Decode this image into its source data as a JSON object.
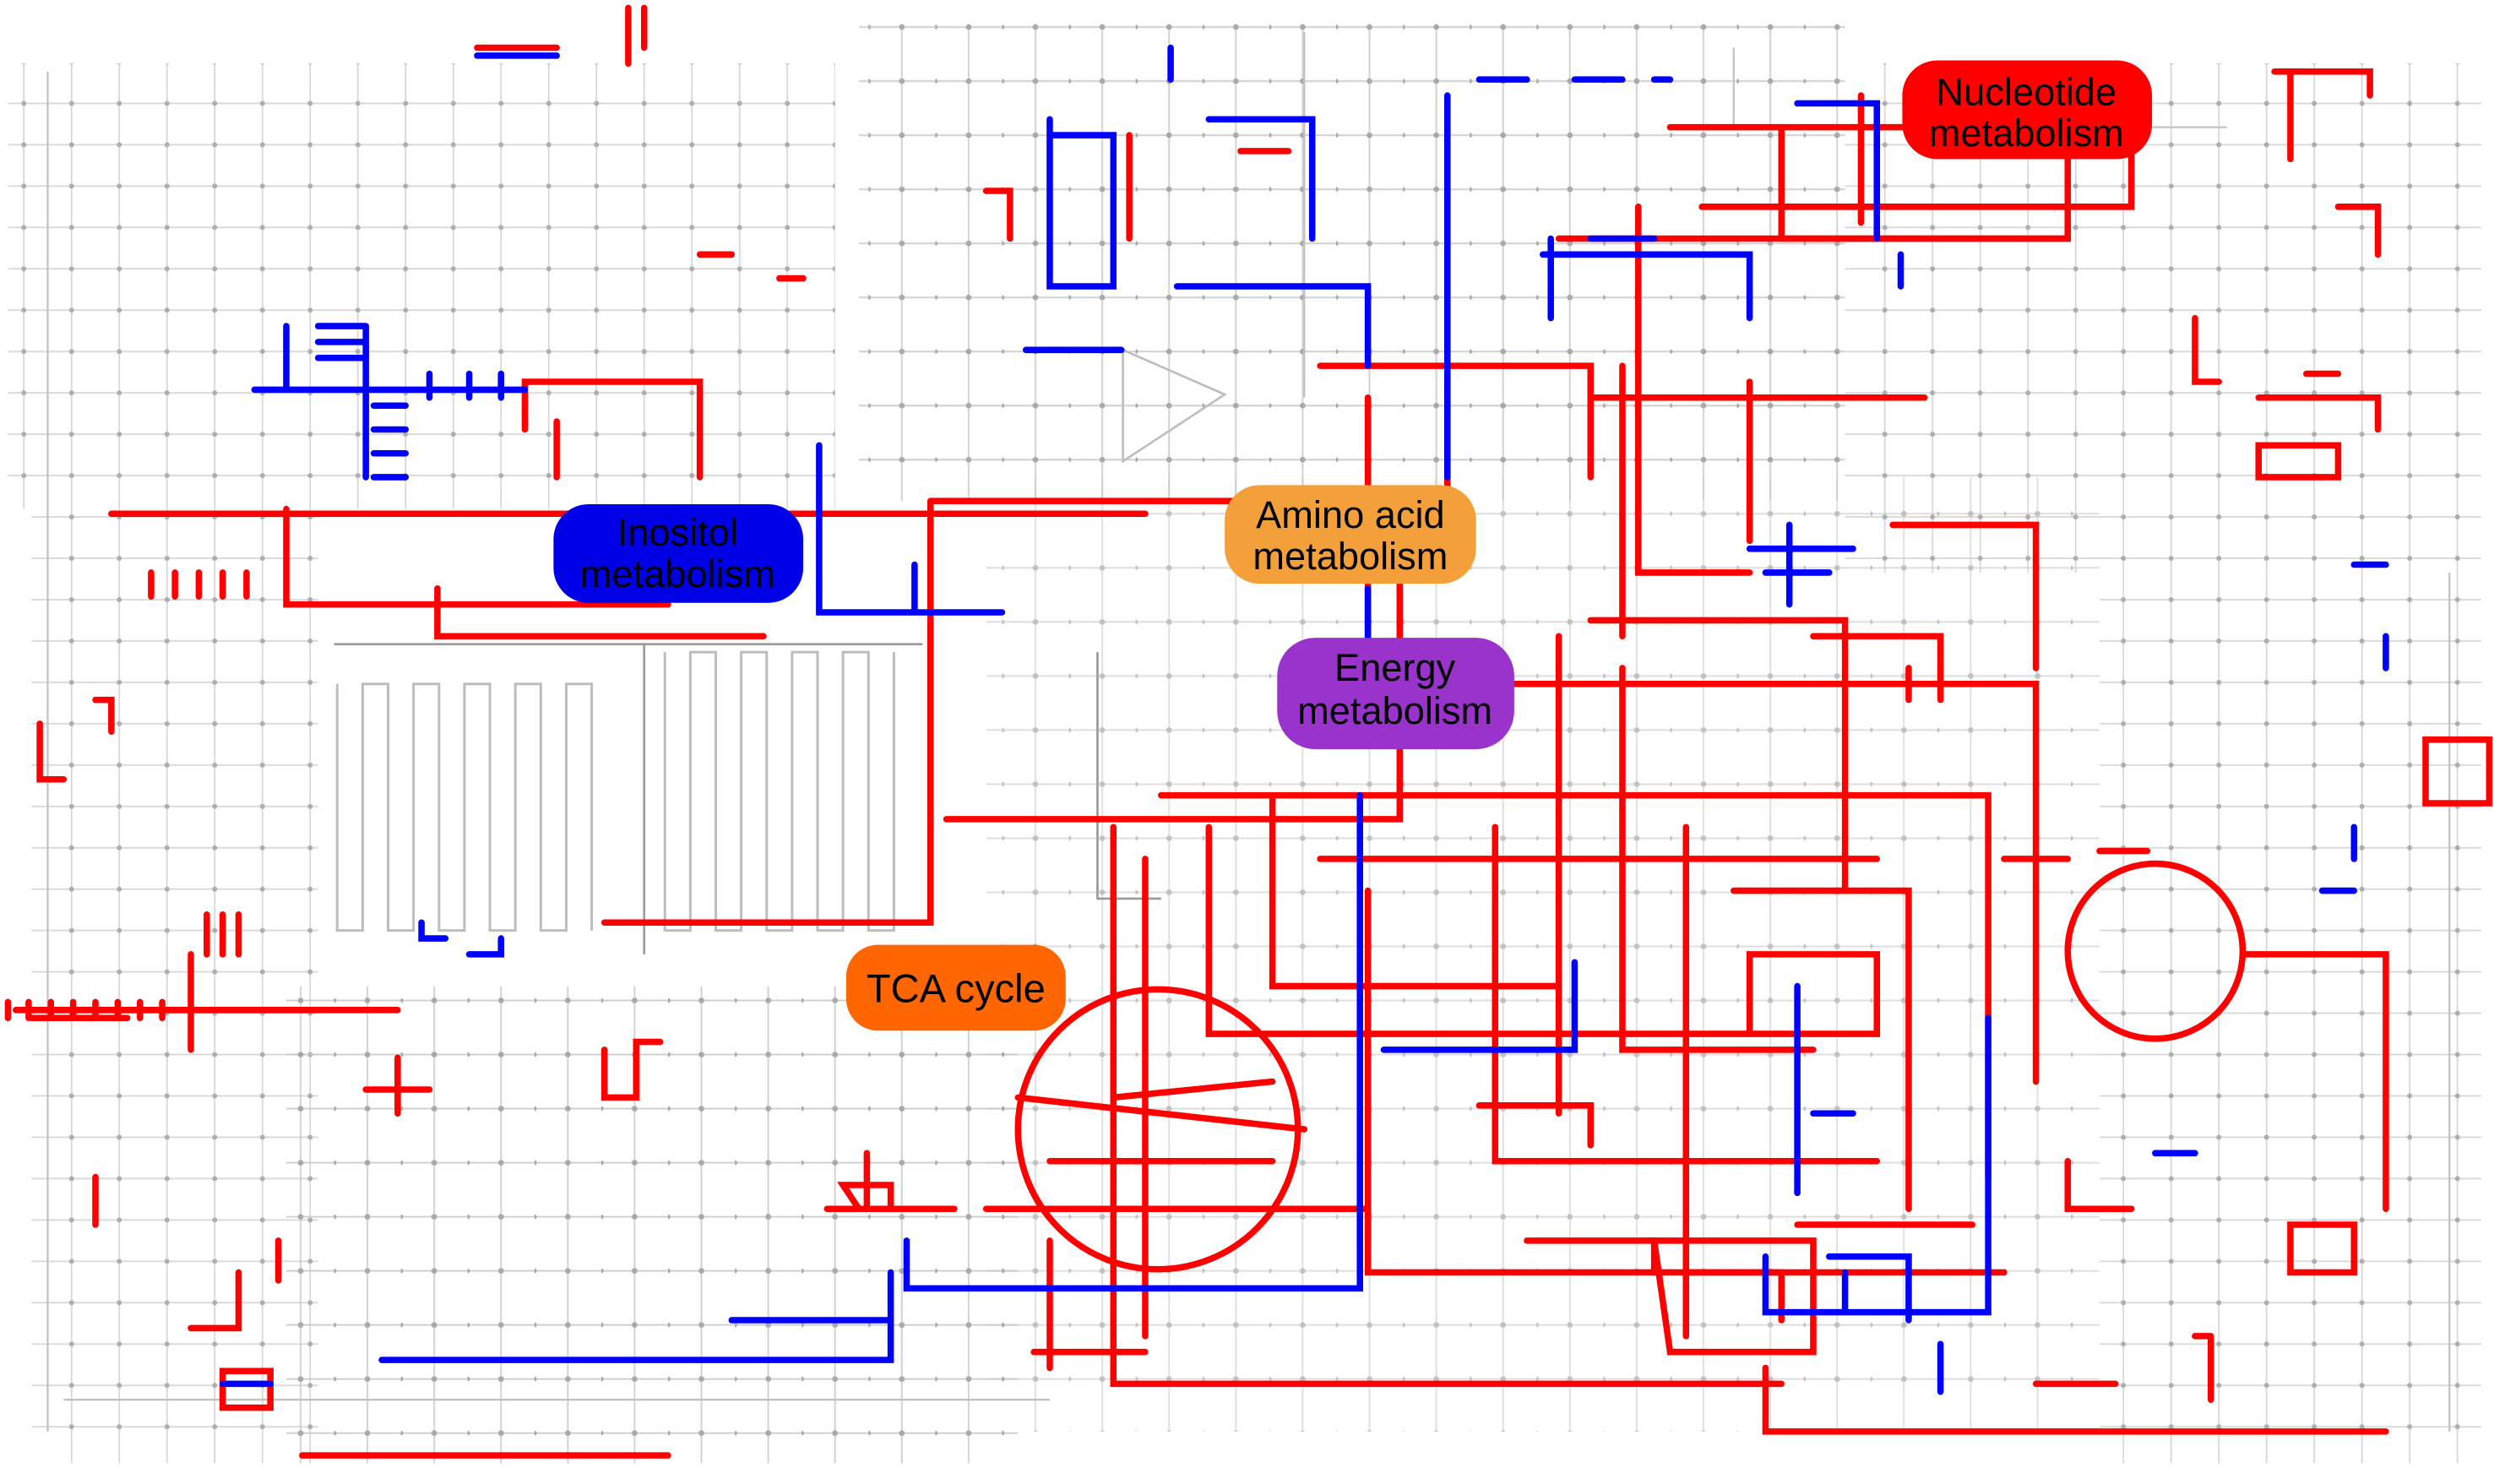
{
  "diagram": {
    "colors": {
      "background": "#ffffff",
      "pathway_gray": "#b4b4b4",
      "node_gray": "#9a9a9a",
      "up_red": "#ff0000",
      "down_blue": "#0000ff"
    },
    "labels": [
      {
        "id": "nucleotide",
        "lines": [
          "Nucleotide",
          "metabolism"
        ],
        "fill": "#ff0000",
        "text_color": "#000000"
      },
      {
        "id": "inositol",
        "lines": [
          "Inositol",
          "metabolism"
        ],
        "fill": "#0000e6",
        "text_color": "#000000"
      },
      {
        "id": "amino-acid",
        "lines": [
          "Amino acid",
          "metabolism"
        ],
        "fill": "#f4a03a",
        "text_color": "#000000"
      },
      {
        "id": "energy",
        "lines": [
          "Energy",
          "metabolism"
        ],
        "fill": "#9933cc",
        "text_color": "#000000"
      },
      {
        "id": "tca",
        "lines": [
          "TCA cycle"
        ],
        "fill": "#ff6600",
        "text_color": "#000000"
      }
    ]
  }
}
